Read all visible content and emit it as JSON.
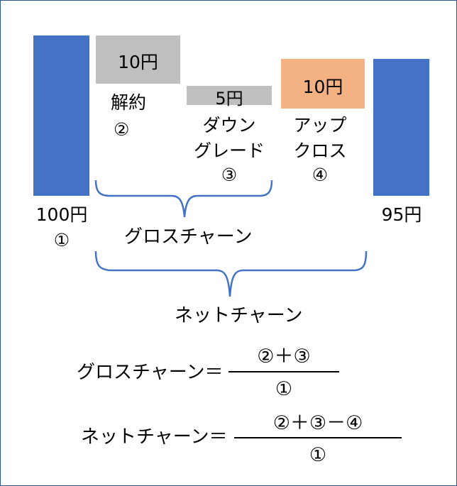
{
  "colors": {
    "base_bar": "#4472c4",
    "loss_box": "#bfbfbf",
    "gain_box": "#f4b183",
    "frame": "#2f5597"
  },
  "bars": {
    "start": {
      "value_label": "100円",
      "index_label": "①"
    },
    "churn": {
      "value_label": "10円",
      "name": "解約",
      "index_label": "②"
    },
    "downgrade": {
      "value_label": "5円",
      "name_line1": "ダウン",
      "name_line2": "グレード",
      "index_label": "③"
    },
    "upsell": {
      "value_label": "10円",
      "name_line1": "アップ",
      "name_line2": "クロス",
      "index_label": "④"
    },
    "end": {
      "value_label": "95円"
    }
  },
  "braces": {
    "gross": "グロスチャーン",
    "net": "ネットチャーン"
  },
  "formulas": {
    "gross": {
      "left": "グロスチャーン＝",
      "numerator": "②＋③",
      "denominator": "①"
    },
    "net": {
      "left": "ネットチャーン＝",
      "numerator": "②＋③－④",
      "denominator": "①"
    }
  }
}
